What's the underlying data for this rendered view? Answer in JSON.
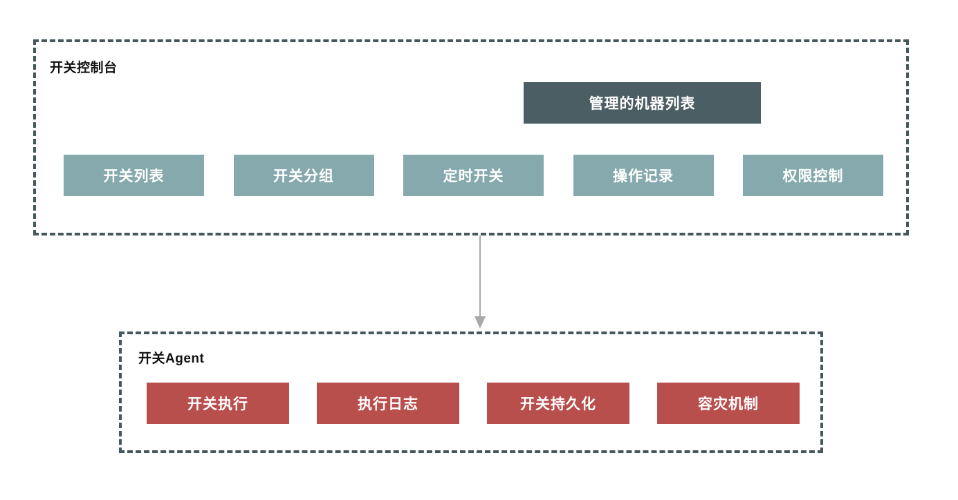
{
  "console": {
    "label": "开关控制台",
    "machine_list": {
      "label": "管理的机器列表"
    },
    "modules": [
      {
        "label": "开关列表"
      },
      {
        "label": "开关分组"
      },
      {
        "label": "定时开关"
      },
      {
        "label": "操作记录"
      },
      {
        "label": "权限控制"
      }
    ]
  },
  "agent": {
    "label": "开关Agent",
    "modules": [
      {
        "label": "开关执行"
      },
      {
        "label": "执行日志"
      },
      {
        "label": "开关持久化"
      },
      {
        "label": "容灾机制"
      }
    ]
  },
  "arrow": {
    "direction": "down",
    "from": "开关控制台",
    "to": "开关Agent"
  },
  "colors": {
    "container_border": "#46575d",
    "dark_box": "#4b5e64",
    "console_module_box": "#86a9ad",
    "agent_module_box": "#b94f4d",
    "arrow": "#a9a9a9",
    "box_text": "#ffffff",
    "label_text": "#111111",
    "background": "#ffffff"
  }
}
